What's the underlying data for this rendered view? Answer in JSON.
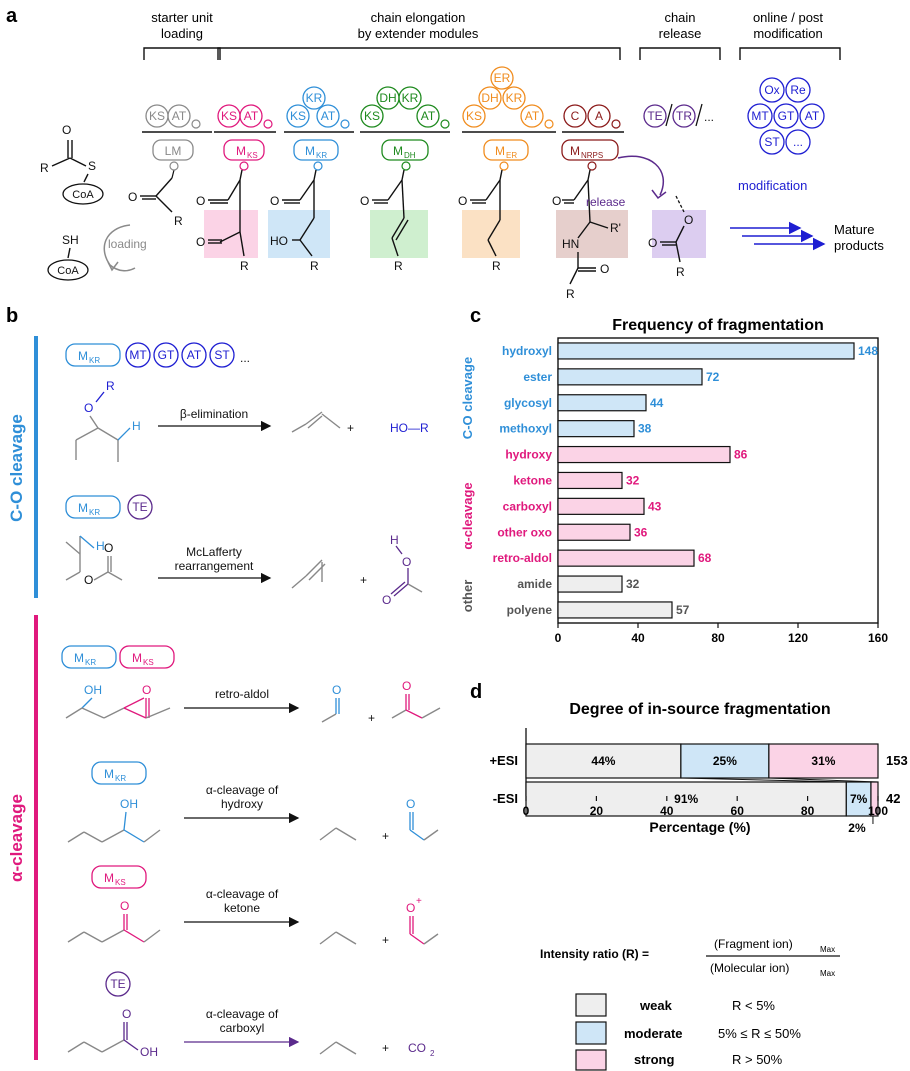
{
  "panel_labels": {
    "a": "a",
    "b": "b",
    "c": "c",
    "d": "d"
  },
  "colors": {
    "gray": "#8a8a8a",
    "pink": "#e0197d",
    "blue": "#2f8fd8",
    "green": "#1e8a1e",
    "orange": "#f08c1e",
    "maroon": "#8b1a1a",
    "purple": "#5b2a8c",
    "navy": "#1e1ed2",
    "ko_pink": "#fbd3e6",
    "ko_blue": "#cfe6f7",
    "ko_green": "#cfefcf",
    "ko_orange": "#fbe1c4",
    "ko_maroon": "#e6cfcc",
    "ko_purple": "#dccdf0",
    "weak": "#eeeeee",
    "moderate": "#cfe6f7",
    "strong": "#fbd3e6"
  },
  "panel_a": {
    "sections": {
      "starter_1": "starter unit",
      "starter_2": "loading",
      "chain_1": "chain elongation",
      "chain_2": "by extender modules",
      "release_1": "chain",
      "release_2": "release",
      "mod_1": "online / post",
      "mod_2": "modification"
    },
    "domains": {
      "ks": "KS",
      "at": "AT",
      "kr": "KR",
      "dh": "DH",
      "er": "ER",
      "c": "C",
      "a": "A",
      "te": "TE",
      "tr": "TR",
      "ellipsis": "...",
      "ox": "Ox",
      "re": "Re",
      "mt": "MT",
      "gt": "GT",
      "st": "ST",
      "mod_ellipsis": "..."
    },
    "module_labels": {
      "lm": "LM",
      "m": "M",
      "ks_sub": "KS",
      "kr_sub": "KR",
      "dh_sub": "DH",
      "er_sub": "ER",
      "nrps_sub": "NRPS"
    },
    "atoms": {
      "o": "O",
      "r": "R",
      "s": "S",
      "coa": "CoA",
      "sh": "SH",
      "ho": "HO",
      "hn": "HN",
      "r_prime": "R'"
    },
    "labels": {
      "loading": "loading",
      "release": "release",
      "modification": "modification",
      "mature_1": "Mature",
      "mature_2": "products"
    }
  },
  "panel_b": {
    "categories": {
      "co": "C-O cleavage",
      "alpha": "α-cleavage"
    },
    "reactions": {
      "beta_elim": "β-elimination",
      "mclafferty_1": "McLafferty",
      "mclafferty_2": "rearrangement",
      "retro_aldol": "retro-aldol",
      "alpha_hydroxy_1": "α-cleavage of",
      "alpha_hydroxy_2": "hydroxy",
      "alpha_ketone_1": "α-cleavage of",
      "alpha_ketone_2": "ketone",
      "alpha_carboxyl_1": "α-cleavage of",
      "alpha_carboxyl_2": "carboxyl"
    },
    "atoms": {
      "o": "O",
      "r": "R",
      "h": "H",
      "ho_r": "HO—R",
      "oh": "OH",
      "o_plus": "+",
      "co2": "CO",
      "co2_sub": "2"
    },
    "ellipsis": "...",
    "plus": "+"
  },
  "chart_data": [
    {
      "type": "bar",
      "orientation": "horizontal",
      "title": "Frequency of fragmentation",
      "group_labels": [
        "C-O cleavage",
        "α-cleavage",
        "other"
      ],
      "categories": [
        "hydroxyl",
        "ester",
        "glycosyl",
        "methoxyl",
        "hydroxy",
        "ketone",
        "carboxyl",
        "other oxo",
        "retro-aldol",
        "amide",
        "polyene"
      ],
      "values": [
        148,
        72,
        44,
        38,
        86,
        32,
        43,
        36,
        68,
        32,
        57
      ],
      "groups": [
        "C-O cleavage",
        "C-O cleavage",
        "C-O cleavage",
        "C-O cleavage",
        "α-cleavage",
        "α-cleavage",
        "α-cleavage",
        "α-cleavage",
        "α-cleavage",
        "other",
        "other"
      ],
      "xlim": [
        0,
        160
      ],
      "xticks": [
        0,
        40,
        80,
        120,
        160
      ],
      "grid": false
    },
    {
      "type": "bar",
      "orientation": "horizontal",
      "stacked": true,
      "title": "Degree of in-source fragmentation",
      "categories": [
        "+ESI",
        "-ESI"
      ],
      "totals": [
        153,
        42
      ],
      "series": [
        {
          "name": "weak",
          "values": [
            44,
            91
          ]
        },
        {
          "name": "moderate",
          "values": [
            25,
            7
          ]
        },
        {
          "name": "strong",
          "values": [
            31,
            2
          ]
        }
      ],
      "value_labels": [
        [
          "44%",
          "25%",
          "31%"
        ],
        [
          "91%",
          "7%",
          "2%"
        ]
      ],
      "xlabel": "Percentage (%)",
      "xlim": [
        0,
        100
      ],
      "xticks": [
        0,
        20,
        40,
        60,
        80,
        100
      ],
      "legend": [
        {
          "name": "weak",
          "rule": "R < 5%"
        },
        {
          "name": "moderate",
          "rule": "5% ≤ R ≤ 50%"
        },
        {
          "name": "strong",
          "rule": "R > 50%"
        }
      ],
      "formula": {
        "label": "Intensity ratio (R) =",
        "numerator": "(Fragment ion)",
        "denominator": "(Molecular ion)",
        "sub": "Max"
      }
    }
  ]
}
